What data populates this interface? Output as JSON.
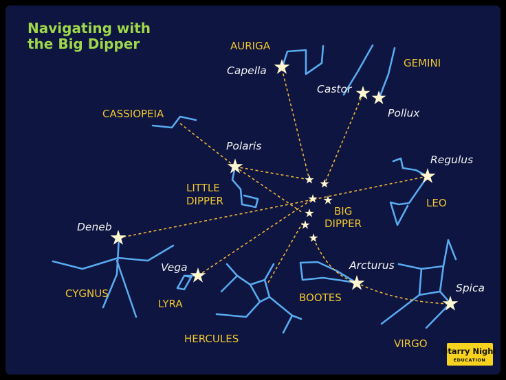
{
  "title": [
    "Navigating with",
    "the Big Dipper"
  ],
  "constellations": {
    "auriga": "AURIGA",
    "gemini": "GEMINI",
    "cassiopeia": "CASSIOPEIA",
    "little_dipper": [
      "LITTLE",
      "DIPPER"
    ],
    "big_dipper": [
      "BIG",
      "DIPPER"
    ],
    "leo": "LEO",
    "cygnus": "CYGNUS",
    "lyra": "LYRA",
    "bootes": "BOOTES",
    "hercules": "HERCULES",
    "virgo": "VIRGO"
  },
  "stars": {
    "capella": "Capella",
    "castor": "Castor",
    "pollux": "Pollux",
    "polaris": "Polaris",
    "regulus": "Regulus",
    "deneb": "Deneb",
    "vega": "Vega",
    "arcturus": "Arcturus",
    "spica": "Spica"
  },
  "logo": {
    "line1": "Starry Night",
    "line2": "EDUCATION"
  },
  "colors": {
    "sky": "#0d1540",
    "frame": "#000000",
    "title": "#9fd84a",
    "constellation_label": "#f0c630",
    "star_label": "#f2f2f2",
    "constellation_line": "#5aaaf0",
    "guide_line": "#f0b43a",
    "star": "#fff7cf",
    "logo_bg": "#f7d21e"
  }
}
